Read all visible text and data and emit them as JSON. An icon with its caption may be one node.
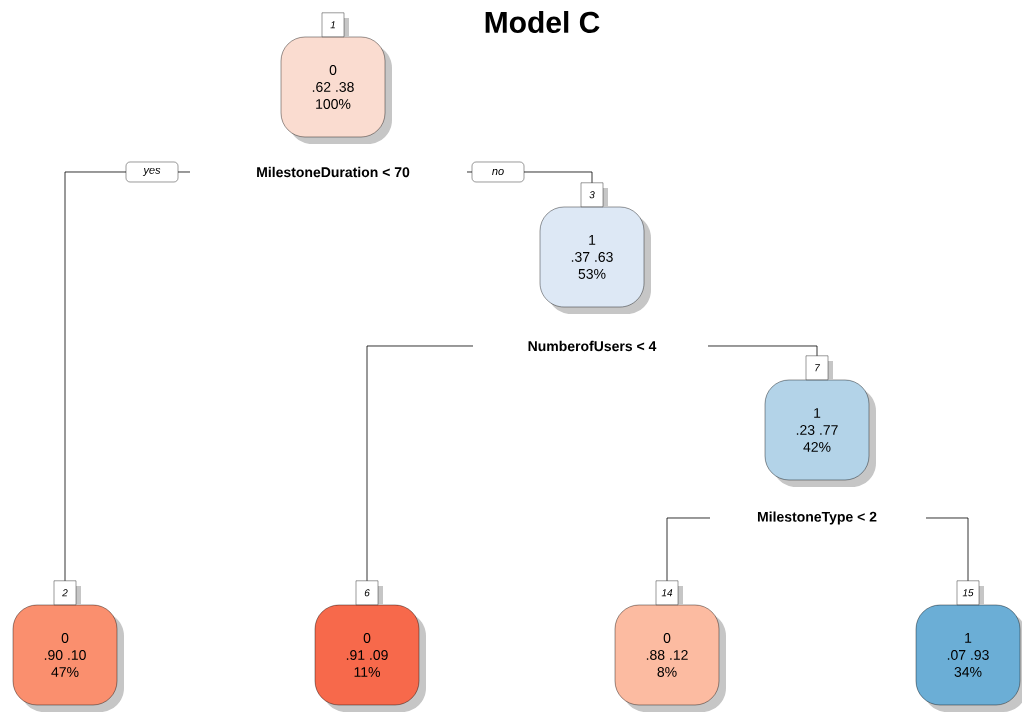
{
  "diagram": {
    "title": "Model C",
    "nodes": [
      {
        "text": [
          "0",
          ".62 .38",
          "100%"
        ],
        "beside": [
          "1",
          "MilestoneDuration < 70"
        ]
      },
      {
        "text": [
          "0",
          ".90 .10",
          "47%"
        ],
        "beside": [
          "2"
        ]
      },
      {
        "text": [
          "1",
          ".37 .63",
          "53%"
        ],
        "beside": [
          "3",
          "NumberofUsers < 4"
        ]
      },
      {
        "text": [
          "0",
          ".91 .09",
          "11%"
        ],
        "beside": [
          "6"
        ]
      },
      {
        "text": [
          "1",
          ".23 .77",
          "42%"
        ],
        "beside": [
          "7",
          "MilestoneType < 2"
        ]
      },
      {
        "text": [
          "0",
          ".88 .12",
          "8%"
        ],
        "beside": [
          "14"
        ]
      },
      {
        "text": [
          "1",
          ".07 .93",
          "34%"
        ],
        "beside": [
          "15"
        ]
      }
    ],
    "edges": [
      {
        "from": 0,
        "to": 1,
        "arrow": "none",
        "label": "yes"
      },
      {
        "from": 0,
        "to": 2,
        "arrow": "none",
        "label": "no"
      },
      {
        "from": 2,
        "to": 3,
        "arrow": "none"
      },
      {
        "from": 2,
        "to": 4,
        "arrow": "none"
      },
      {
        "from": 4,
        "to": 5,
        "arrow": "none"
      },
      {
        "from": 4,
        "to": 6,
        "arrow": "none"
      }
    ]
  }
}
